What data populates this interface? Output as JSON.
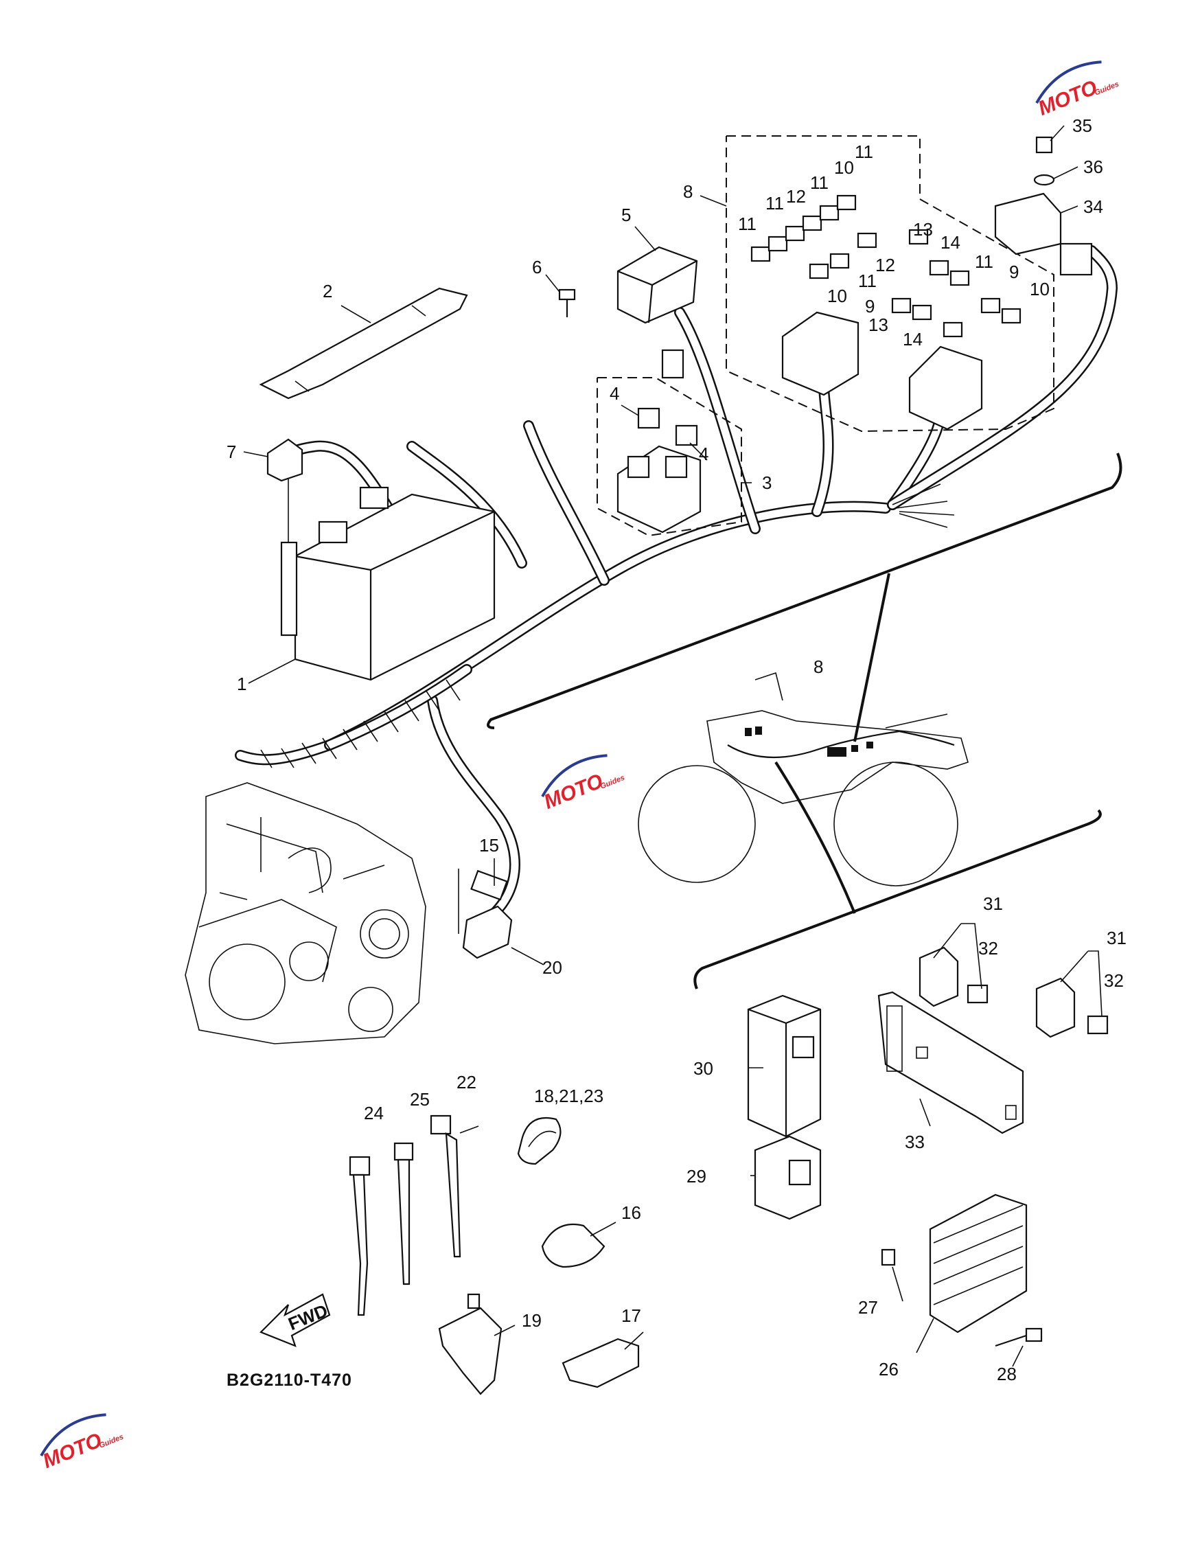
{
  "diagram_code": "B2G2110-T470",
  "fwd_label": "FWD",
  "watermark": {
    "line1": "MOTO",
    "line2": "Guides",
    "color": "#e4202b",
    "accent": "#2a3c8f"
  },
  "callouts": [
    "1",
    "2",
    "3",
    "4",
    "4",
    "5",
    "6",
    "7",
    "8",
    "8",
    "9",
    "9",
    "10",
    "10",
    "10",
    "11",
    "11",
    "11",
    "11",
    "11",
    "11",
    "12",
    "12",
    "13",
    "13",
    "14",
    "14",
    "15",
    "16",
    "17",
    "18,21,23",
    "19",
    "20",
    "22",
    "24",
    "25",
    "26",
    "27",
    "28",
    "29",
    "30",
    "31",
    "31",
    "32",
    "32",
    "33",
    "34",
    "35",
    "36"
  ]
}
